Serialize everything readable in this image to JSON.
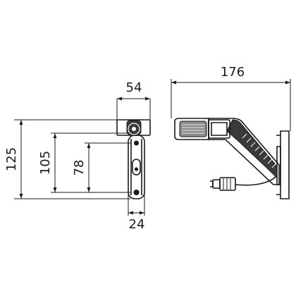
{
  "dimensions": {
    "top_width": "54",
    "bottom_width": "24",
    "height_total": "125",
    "height_middle": "105",
    "height_inner": "78",
    "length": "176"
  },
  "colors": {
    "line": "#1a1a1a",
    "body_dark": "#3a3a3a",
    "lens_gray": "#8c8c8c",
    "lens_light": "#ececec"
  }
}
